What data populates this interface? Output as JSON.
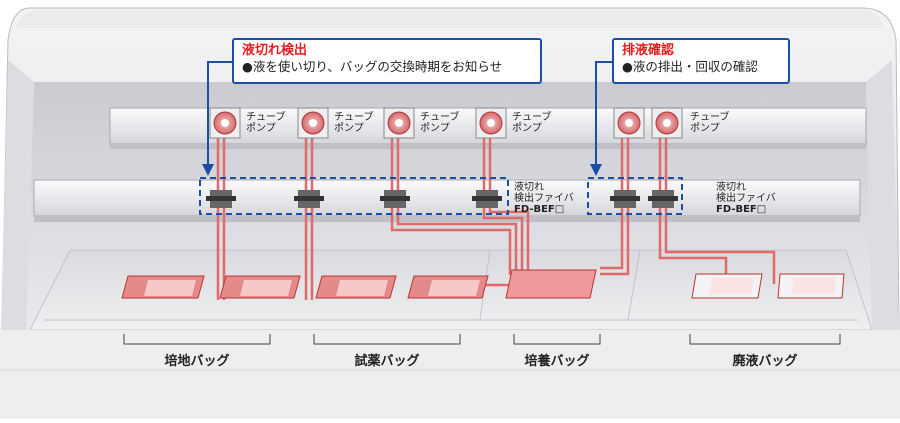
{
  "callouts": {
    "empty_detect": {
      "title": "液切れ検出",
      "desc": "●液を使い切り、バッグの交換時期をお知らせ"
    },
    "drain_confirm": {
      "title": "排液確認",
      "desc": "●液の排出・回収の確認"
    }
  },
  "pump_label": "チューブ\nポンプ",
  "fiber_label": {
    "line1": "液切れ",
    "line2": "検出ファイバ",
    "line3": "FD-BEF□"
  },
  "bag_categories": [
    "培地バッグ",
    "試薬バッグ",
    "培養バッグ",
    "廃液バッグ"
  ],
  "colors": {
    "tube": "#e06a6a",
    "bag": "#e58a8a",
    "callout_border": "#1b4fa3",
    "title_red": "#e02020"
  }
}
